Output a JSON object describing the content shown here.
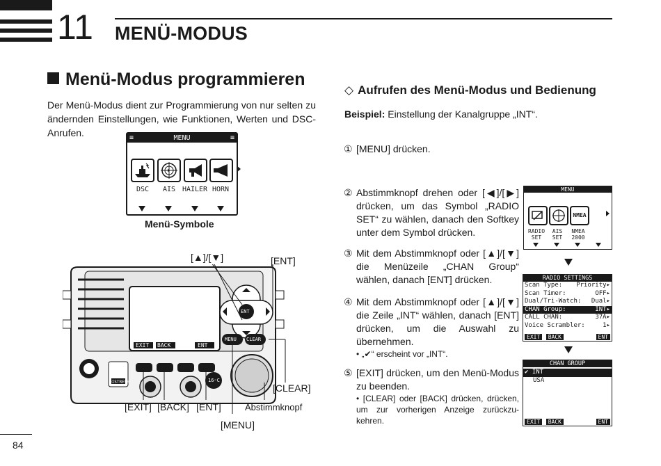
{
  "chapter": {
    "number": "11",
    "title": "MENÜ-MODUS"
  },
  "page_number": "84",
  "left": {
    "section_title": "Menü-Modus programmieren",
    "intro": "Der Menü-Modus dient zur Programmierung von nur selten zu ändernden Einstellungen, wie Funktionen, Werten und DSC-Anrufen.",
    "menu_screen": {
      "header": "MENU",
      "items": [
        "DSC",
        "AIS",
        "HAILER",
        "HORN"
      ],
      "icons": [
        "ship-icon",
        "ais-icon",
        "megaphone-icon",
        "horn-icon"
      ]
    },
    "menu_caption": "Menü-Symbole",
    "radio_labels": {
      "updown": "[▲]/[▼]",
      "ent_top": "[ENT]",
      "clear": "[CLEAR]",
      "exit": "[EXIT]",
      "back": "[BACK]",
      "ent": "[ENT]",
      "knob": "Abstimmknopf",
      "menu": "[MENU]"
    },
    "radio_screen": {
      "exit": "EXIT",
      "back": "BACK",
      "ent": "ENT"
    },
    "radio_buttons": {
      "menu": "MENU",
      "clear": "CLEAR",
      "ent": "ENT",
      "distress": "DISTRESS",
      "sixteen": "16◦C"
    }
  },
  "right": {
    "section_title": "Aufrufen des Menü-Modus und Bedienung",
    "example_label": "Beispiel:",
    "example_text": "Einstellung der Kanalgruppe „INT“.",
    "steps": [
      {
        "num": "①",
        "text": "[MENU] drücken."
      },
      {
        "num": "②",
        "text": "Abstimmknopf drehen oder [◀]/[▶] drücken, um das Symbol „RADIO SET“ zu wählen, danach den Softkey unter dem Symbol drücken."
      },
      {
        "num": "③",
        "text": "Mit dem Abstimmknopf oder [▲]/[▼] die Menüzeile „CHAN Group“ wählen, danach [ENT] drücken."
      },
      {
        "num": "④",
        "text": "Mit dem Abstimmknopf oder [▲]/[▼] die Zeile „INT“ wählen, danach [ENT] drücken, um die Auswahl zu übernehmen.",
        "bullet": "• „✔“ erscheint vor „INT“."
      },
      {
        "num": "⑤",
        "text": "[EXIT] drücken, um den Menü-Modus zu beenden.",
        "bullet": "• [CLEAR] oder [BACK] drücken, drücken, um zur vorherigen Anzeige zurückzu-kehren."
      }
    ],
    "screen1": {
      "header": "MENU",
      "items": [
        {
          "line1": "RADIO",
          "line2": "SET"
        },
        {
          "line1": "AIS",
          "line2": "SET"
        },
        {
          "line1": "NMEA",
          "line2": "2000"
        }
      ],
      "nmea_icon_text": "NMEA"
    },
    "screen2": {
      "header": "RADIO SETTINGS",
      "rows": [
        {
          "label": "Scan Type:",
          "value": "Priority▸"
        },
        {
          "label": "Scan Timer:",
          "value": "OFF▸"
        },
        {
          "label": "Dual/Tri-Watch:",
          "value": "Dual▸"
        },
        {
          "label": "CHAN Group:",
          "value": "INT▸"
        },
        {
          "label": "CALL CHAN:",
          "value": "37A▸"
        },
        {
          "label": "Voice Scrambler:",
          "value": "1▸"
        }
      ],
      "keys": [
        "EXIT",
        "BACK",
        "ENT"
      ]
    },
    "screen3": {
      "header": "CHAN GROUP",
      "rows": [
        "✔ INT",
        "USA"
      ],
      "keys": [
        "EXIT",
        "BACK",
        "ENT"
      ]
    }
  }
}
